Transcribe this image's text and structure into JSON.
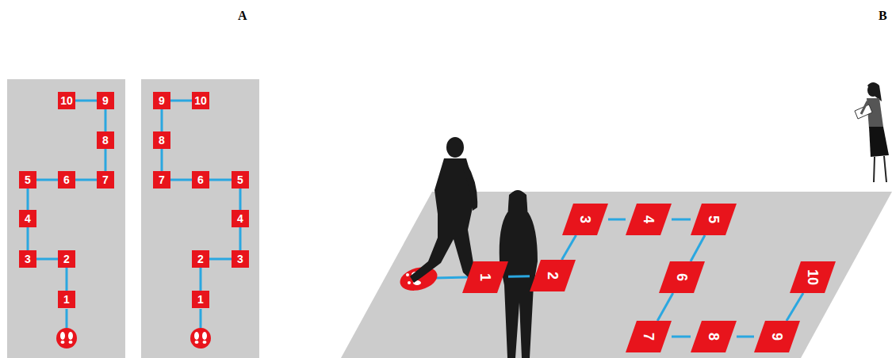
{
  "diagram": {
    "nodes": [
      {
        "text": [
          "1"
        ]
      },
      {
        "text": [
          "2"
        ]
      },
      {
        "text": [
          "3"
        ]
      },
      {
        "text": [
          "4"
        ]
      },
      {
        "text": [
          "5"
        ]
      },
      {
        "text": [
          "6"
        ]
      },
      {
        "text": [
          "7"
        ]
      },
      {
        "text": [
          "8"
        ]
      },
      {
        "text": [
          "9"
        ]
      },
      {
        "text": [
          "10"
        ]
      },
      {
        "text": [
          "1"
        ]
      },
      {
        "text": [
          "2"
        ]
      },
      {
        "text": [
          "3"
        ]
      },
      {
        "text": [
          "4"
        ]
      },
      {
        "text": [
          "5"
        ]
      },
      {
        "text": [
          "6"
        ]
      },
      {
        "text": [
          "7"
        ]
      },
      {
        "text": [
          "8"
        ]
      },
      {
        "text": [
          "9"
        ]
      },
      {
        "text": [
          "10"
        ]
      },
      {
        "text": [
          "1"
        ]
      },
      {
        "text": [
          "2"
        ]
      },
      {
        "text": [
          "3"
        ]
      },
      {
        "text": [
          "4"
        ]
      },
      {
        "text": [
          "5"
        ]
      },
      {
        "text": [
          "6"
        ]
      },
      {
        "text": [
          "7"
        ]
      },
      {
        "text": [
          "8"
        ]
      },
      {
        "text": [
          "9"
        ]
      },
      {
        "text": [
          "10"
        ]
      }
    ],
    "edges": [
      {
        "from": 0,
        "to": 1,
        "arrow": "none"
      },
      {
        "from": 1,
        "to": 2,
        "arrow": "none"
      },
      {
        "from": 2,
        "to": 3,
        "arrow": "none"
      },
      {
        "from": 3,
        "to": 4,
        "arrow": "none"
      },
      {
        "from": 4,
        "to": 5,
        "arrow": "none"
      },
      {
        "from": 5,
        "to": 6,
        "arrow": "none"
      },
      {
        "from": 6,
        "to": 7,
        "arrow": "none"
      },
      {
        "from": 7,
        "to": 8,
        "arrow": "none"
      },
      {
        "from": 8,
        "to": 9,
        "arrow": "none"
      },
      {
        "from": 10,
        "to": 11,
        "arrow": "none"
      },
      {
        "from": 11,
        "to": 12,
        "arrow": "none"
      },
      {
        "from": 12,
        "to": 13,
        "arrow": "none"
      },
      {
        "from": 13,
        "to": 14,
        "arrow": "none"
      },
      {
        "from": 14,
        "to": 15,
        "arrow": "none"
      },
      {
        "from": 15,
        "to": 16,
        "arrow": "none"
      },
      {
        "from": 16,
        "to": 17,
        "arrow": "none"
      },
      {
        "from": 17,
        "to": 18,
        "arrow": "none"
      },
      {
        "from": 18,
        "to": 19,
        "arrow": "none"
      },
      {
        "from": 20,
        "to": 21,
        "arrow": "none"
      },
      {
        "from": 21,
        "to": 22,
        "arrow": "none"
      },
      {
        "from": 22,
        "to": 23,
        "arrow": "none"
      },
      {
        "from": 23,
        "to": 24,
        "arrow": "none"
      },
      {
        "from": 24,
        "to": 25,
        "arrow": "none"
      },
      {
        "from": 25,
        "to": 26,
        "arrow": "none"
      },
      {
        "from": 26,
        "to": 27,
        "arrow": "none"
      },
      {
        "from": 27,
        "to": 28,
        "arrow": "none"
      },
      {
        "from": 28,
        "to": 29,
        "arrow": "none"
      }
    ],
    "labels": [
      "A",
      "B"
    ]
  }
}
